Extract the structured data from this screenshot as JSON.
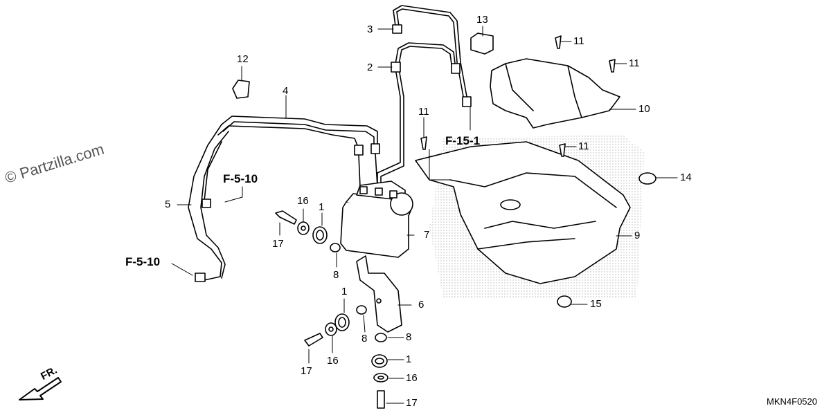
{
  "watermark": "© Partzilla.com",
  "diagram_code": "MKN4F0520",
  "front_label": "FR.",
  "refs": {
    "f5_10_upper": "F-5-10",
    "f5_10_lower": "F-5-10",
    "f15_1": "F-15-1"
  },
  "callouts": {
    "c1_a": "1",
    "c1_b": "1",
    "c1_c": "1",
    "c2": "2",
    "c3": "3",
    "c4": "4",
    "c5": "5",
    "c6": "6",
    "c7": "7",
    "c8_a": "8",
    "c8_b": "8",
    "c8_c": "8",
    "c9": "9",
    "c10": "10",
    "c11_a": "11",
    "c11_b": "11",
    "c11_c": "11",
    "c11_d": "11",
    "c12": "12",
    "c13": "13",
    "c14": "14",
    "c15": "15",
    "c16_a": "16",
    "c16_b": "16",
    "c16_c": "16",
    "c17_a": "17",
    "c17_b": "17",
    "c17_c": "17"
  },
  "colors": {
    "line": "#000000",
    "stipple": "#bdbdbd",
    "part_fill": "#ffffff"
  },
  "icons": {
    "front_arrow": "arrow-down-left-icon"
  }
}
